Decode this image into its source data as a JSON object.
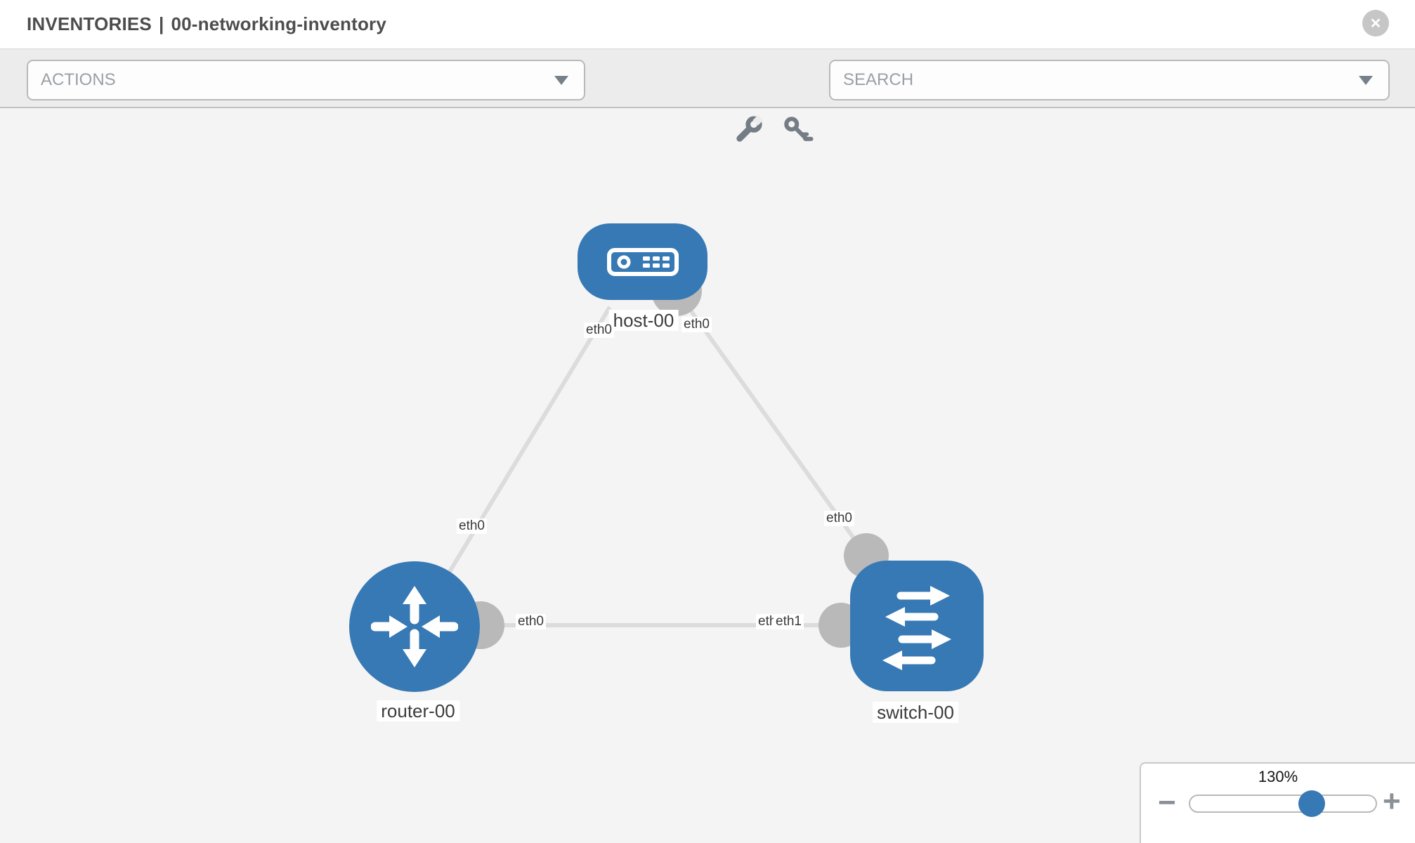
{
  "header": {
    "section": "INVENTORIES",
    "separator": "|",
    "inventory_name": "00-networking-inventory"
  },
  "toolbar": {
    "actions_label": "ACTIONS",
    "search_placeholder": "SEARCH"
  },
  "icons": {
    "close": "✕",
    "zoom_out": "−",
    "zoom_in": "+",
    "wrench": "wrench-icon",
    "key": "key-icon"
  },
  "topology": {
    "nodes": [
      {
        "label": "host-00",
        "type": "host"
      },
      {
        "label": "router-00",
        "type": "router"
      },
      {
        "label": "switch-00",
        "type": "switch"
      }
    ],
    "links": [
      {
        "from": "host-00",
        "to": "router-00",
        "from_interface": "eth0",
        "to_interface": "eth0"
      },
      {
        "from": "host-00",
        "to": "switch-00",
        "from_interface": "eth0",
        "to_interface": "eth0"
      },
      {
        "from": "router-00",
        "to": "switch-00",
        "from_interface": "eth0",
        "to_interface": "eth1"
      }
    ],
    "iface": {
      "host_left": "eth0",
      "host_right": "eth0",
      "router_link": "eth0",
      "switch_link": "eth0",
      "hlink_router": "eth0",
      "hlink_switch_back": "eth0",
      "hlink_switch_front": "eth1"
    }
  },
  "zoom": {
    "level": "130%"
  },
  "colors": {
    "node_blue": "#3779b5",
    "link_gray": "#dcdcdc",
    "connector_gray": "#b9b9b9",
    "toolbar_bg": "#ececec",
    "canvas_bg": "#f5f4f4",
    "close_btn_gray": "#c6c6c6"
  }
}
